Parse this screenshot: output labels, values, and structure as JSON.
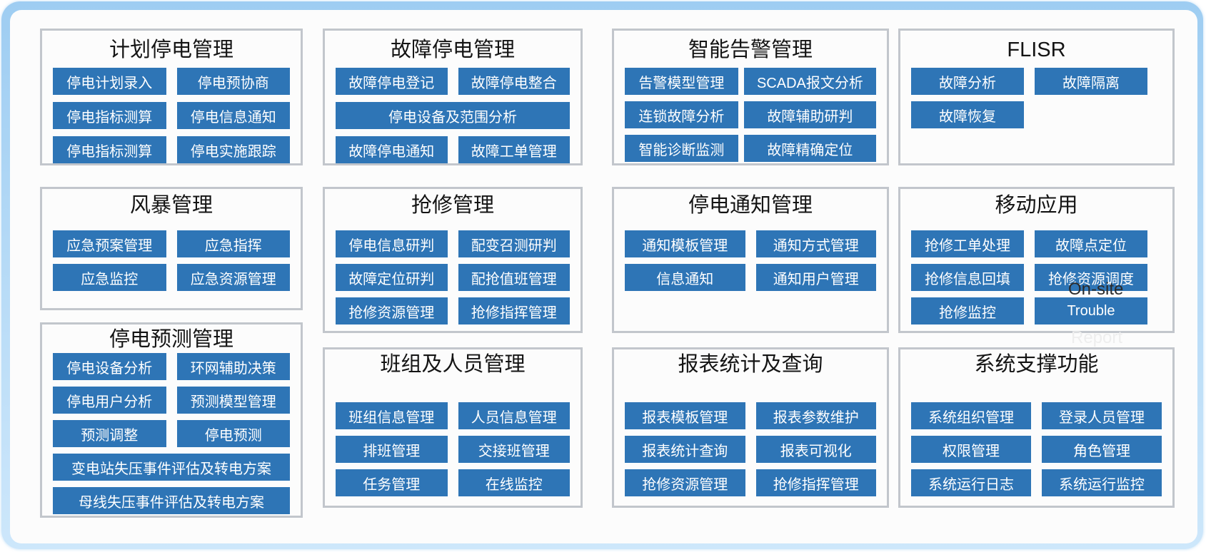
{
  "colors": {
    "button_bg": "#2E75B6",
    "button_text": "#FFFFFF",
    "panel_border": "#C2C6CC",
    "panel_bg": "#FCFCFC",
    "frame_blue_top": "#9ECDF2",
    "frame_blue_bottom": "#CDE7FB",
    "title_text": "#141414"
  },
  "overlays": {
    "on_site": "On-site",
    "report": "Report"
  },
  "panels": [
    {
      "id": "planned-outage-mgmt",
      "title": "计划停电管理",
      "buttons": [
        {
          "name": "outage-plan-entry",
          "label": "停电计划录入"
        },
        {
          "name": "outage-pre-consult",
          "label": "停电预协商"
        },
        {
          "name": "outage-index-calc-1",
          "label": "停电指标测算"
        },
        {
          "name": "outage-info-notice",
          "label": "停电信息通知"
        },
        {
          "name": "outage-index-calc-2",
          "label": "停电指标测算"
        },
        {
          "name": "outage-implement-track",
          "label": "停电实施跟踪"
        }
      ]
    },
    {
      "id": "fault-outage-mgmt",
      "title": "故障停电管理",
      "buttons": [
        {
          "name": "fault-outage-register",
          "label": "故障停电登记"
        },
        {
          "name": "fault-outage-merge",
          "label": "故障停电整合"
        },
        {
          "name": "outage-device-scope-analysis",
          "label": "停电设备及范围分析",
          "wide": true
        },
        {
          "name": "fault-outage-notice",
          "label": "故障停电通知"
        },
        {
          "name": "fault-workorder-mgmt",
          "label": "故障工单管理"
        }
      ]
    },
    {
      "id": "smart-alarm-mgmt",
      "title": "智能告警管理",
      "buttons": [
        {
          "name": "alarm-model-mgmt",
          "label": "告警模型管理"
        },
        {
          "name": "scada-message-analysis",
          "label": "SCADA报文分析"
        },
        {
          "name": "cascade-fault-analysis",
          "label": "连锁故障分析"
        },
        {
          "name": "fault-assist-judge",
          "label": "故障辅助研判"
        },
        {
          "name": "smart-diagnosis-monitor",
          "label": "智能诊断监测"
        },
        {
          "name": "fault-precise-locate",
          "label": "故障精确定位"
        }
      ]
    },
    {
      "id": "flisr",
      "title": "FLISR",
      "buttons": [
        {
          "name": "fault-analysis",
          "label": "故障分析"
        },
        {
          "name": "fault-isolation",
          "label": "故障隔离"
        },
        {
          "name": "fault-recovery",
          "label": "故障恢复"
        }
      ]
    },
    {
      "id": "storm-mgmt",
      "title": "风暴管理",
      "buttons": [
        {
          "name": "emergency-plan-mgmt",
          "label": "应急预案管理"
        },
        {
          "name": "emergency-command",
          "label": "应急指挥"
        },
        {
          "name": "emergency-monitor",
          "label": "应急监控"
        },
        {
          "name": "emergency-resource-mgmt",
          "label": "应急资源管理"
        }
      ]
    },
    {
      "id": "repair-mgmt",
      "title": "抢修管理",
      "buttons": [
        {
          "name": "outage-info-judge",
          "label": "停电信息研判"
        },
        {
          "name": "transformer-callread-judge",
          "label": "配变召测研判"
        },
        {
          "name": "fault-locate-judge",
          "label": "故障定位研判"
        },
        {
          "name": "repair-duty-mgmt",
          "label": "配抢值班管理"
        },
        {
          "name": "repair-resource-mgmt",
          "label": "抢修资源管理"
        },
        {
          "name": "repair-command-mgmt",
          "label": "抢修指挥管理"
        }
      ]
    },
    {
      "id": "outage-notice-mgmt",
      "title": "停电通知管理",
      "buttons": [
        {
          "name": "notice-template-mgmt",
          "label": "通知模板管理"
        },
        {
          "name": "notice-method-mgmt",
          "label": "通知方式管理"
        },
        {
          "name": "info-notice",
          "label": "信息通知"
        },
        {
          "name": "notice-user-mgmt",
          "label": "通知用户管理"
        }
      ]
    },
    {
      "id": "mobile-app",
      "title": "移动应用",
      "buttons": [
        {
          "name": "repair-workorder-handle",
          "label": "抢修工单处理"
        },
        {
          "name": "fault-point-locate",
          "label": "故障点定位"
        },
        {
          "name": "repair-info-backfill",
          "label": "抢修信息回填"
        },
        {
          "name": "repair-resource-dispatch",
          "label": "抢修资源调度"
        },
        {
          "name": "repair-monitor",
          "label": "抢修监控"
        },
        {
          "name": "trouble-report",
          "label": "Trouble"
        }
      ]
    },
    {
      "id": "outage-forecast-mgmt",
      "title": "停电预测管理",
      "buttons": [
        {
          "name": "outage-device-analysis",
          "label": "停电设备分析"
        },
        {
          "name": "ringnet-assist-decision",
          "label": "环网辅助决策"
        },
        {
          "name": "outage-user-analysis",
          "label": "停电用户分析"
        },
        {
          "name": "forecast-model-mgmt",
          "label": "预测模型管理"
        },
        {
          "name": "forecast-adjust",
          "label": "预测调整"
        },
        {
          "name": "outage-forecast",
          "label": "停电预测"
        },
        {
          "name": "substation-voltage-loss-eval",
          "label": "变电站失压事件评估及转电方案",
          "wide": true
        },
        {
          "name": "busbar-voltage-loss-eval",
          "label": "母线失压事件评估及转电方案",
          "wide": true
        }
      ]
    },
    {
      "id": "team-personnel-mgmt",
      "title": "班组及人员管理",
      "buttons": [
        {
          "name": "team-info-mgmt",
          "label": "班组信息管理"
        },
        {
          "name": "personnel-info-mgmt",
          "label": "人员信息管理"
        },
        {
          "name": "shift-mgmt",
          "label": "排班管理"
        },
        {
          "name": "shift-handover-mgmt",
          "label": "交接班管理"
        },
        {
          "name": "task-mgmt",
          "label": "任务管理"
        },
        {
          "name": "online-monitor",
          "label": "在线监控"
        }
      ]
    },
    {
      "id": "report-stats-query",
      "title": "报表统计及查询",
      "buttons": [
        {
          "name": "report-template-mgmt",
          "label": "报表模板管理"
        },
        {
          "name": "report-param-maintain",
          "label": "报表参数维护"
        },
        {
          "name": "report-stats-query",
          "label": "报表统计查询"
        },
        {
          "name": "report-visualization",
          "label": "报表可视化"
        },
        {
          "name": "repair-resource-mgmt-2",
          "label": "抢修资源管理"
        },
        {
          "name": "repair-command-mgmt-2",
          "label": "抢修指挥管理"
        }
      ]
    },
    {
      "id": "system-support",
      "title": "系统支撑功能",
      "buttons": [
        {
          "name": "system-org-mgmt",
          "label": "系统组织管理"
        },
        {
          "name": "login-personnel-mgmt",
          "label": "登录人员管理"
        },
        {
          "name": "permission-mgmt",
          "label": "权限管理"
        },
        {
          "name": "role-mgmt",
          "label": "角色管理"
        },
        {
          "name": "system-run-log",
          "label": "系统运行日志"
        },
        {
          "name": "system-run-monitor",
          "label": "系统运行监控"
        }
      ]
    }
  ]
}
